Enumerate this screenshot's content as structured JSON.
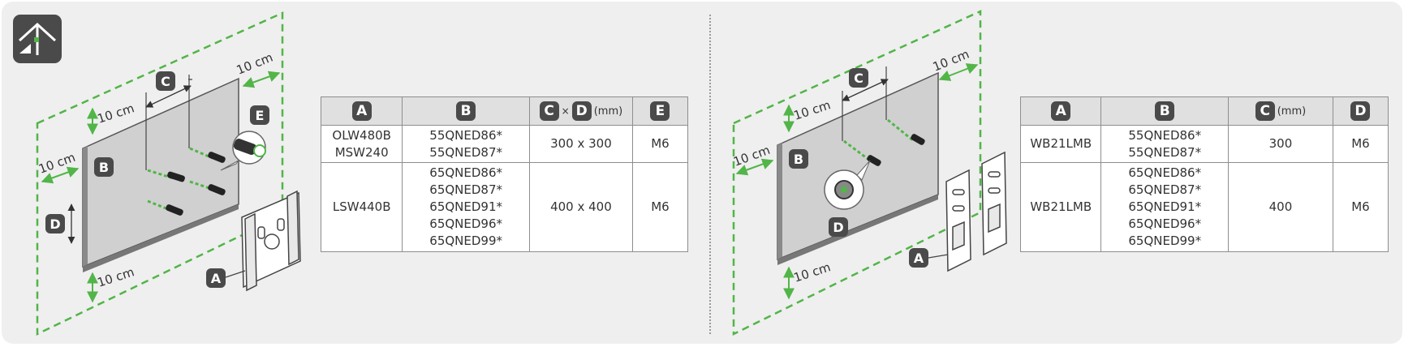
{
  "labels": {
    "a": "A",
    "b": "B",
    "c": "C",
    "d": "D",
    "e": "E",
    "dim_10cm": "10 cm"
  },
  "left_table": {
    "header": {
      "a": "A",
      "b": "B",
      "c": "C",
      "times": "×",
      "d": "D",
      "unit": "(mm)",
      "e": "E"
    },
    "rows": [
      {
        "a": [
          "OLW480B",
          "MSW240"
        ],
        "b": [
          "55QNED86*",
          "55QNED87*"
        ],
        "cd": "300 x 300",
        "e": "M6"
      },
      {
        "a": [
          "LSW440B"
        ],
        "b": [
          "65QNED86*",
          "65QNED87*",
          "65QNED91*",
          "65QNED96*",
          "65QNED99*"
        ],
        "cd": "400 x 400",
        "e": "M6"
      }
    ]
  },
  "right_table": {
    "header": {
      "a": "A",
      "b": "B",
      "c": "C",
      "unit": "(mm)",
      "d": "D"
    },
    "rows": [
      {
        "a": [
          "WB21LMB"
        ],
        "b": [
          "55QNED86*",
          "55QNED87*"
        ],
        "c": "300",
        "d": "M6"
      },
      {
        "a": [
          "WB21LMB"
        ],
        "b": [
          "65QNED86*",
          "65QNED87*",
          "65QNED91*",
          "65QNED96*",
          "65QNED99*"
        ],
        "c": "400",
        "d": "M6"
      }
    ]
  },
  "colors": {
    "guide_green": "#52b548",
    "badge": "#4a4a4a",
    "panel": "#cfcfcf",
    "header_fill": "#e0e0e0"
  },
  "icons": [
    "wall-mount-icon"
  ]
}
